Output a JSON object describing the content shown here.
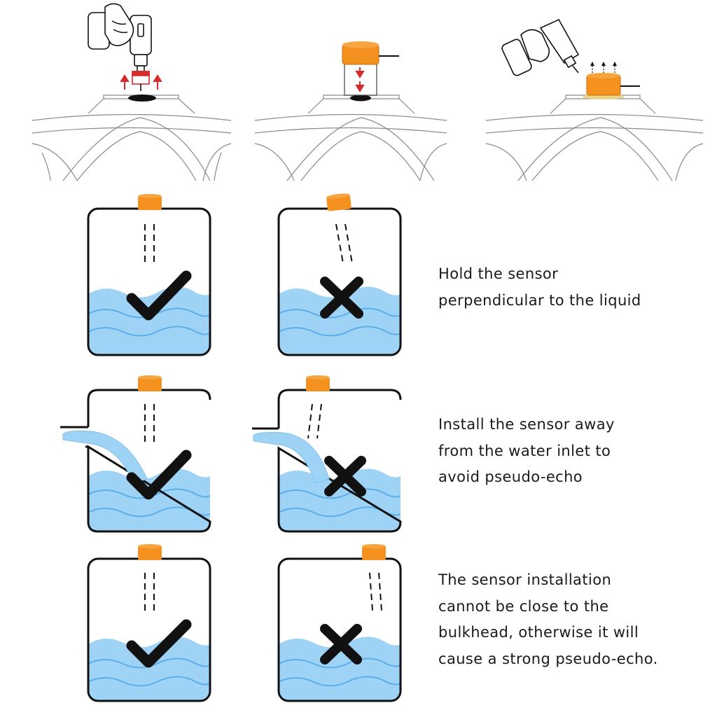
{
  "captions": [
    {
      "lines": [
        "Hold the sensor",
        "perpendicular to the liquid"
      ]
    },
    {
      "lines": [
        "Install the sensor away",
        "from the water inlet to",
        "avoid pseudo-echo"
      ]
    },
    {
      "lines": [
        "The sensor installation",
        "cannot be close to the",
        "bulkhead, otherwise it will",
        "cause a strong pseudo-echo."
      ]
    }
  ],
  "rows": [
    {
      "correct_mark": "check-icon",
      "wrong_mark": "cross-icon"
    },
    {
      "correct_mark": "check-icon",
      "wrong_mark": "cross-icon"
    },
    {
      "correct_mark": "check-icon",
      "wrong_mark": "cross-icon"
    }
  ],
  "colors": {
    "sensor_orange": "#F5911E",
    "sensor_top": "#F7A540",
    "water_light": "#9FD3F5",
    "water_dark": "#5AAEEB",
    "outline": "#111111",
    "arrow_red": "#D92B2B",
    "sketch_line": "#8A8A8A"
  }
}
